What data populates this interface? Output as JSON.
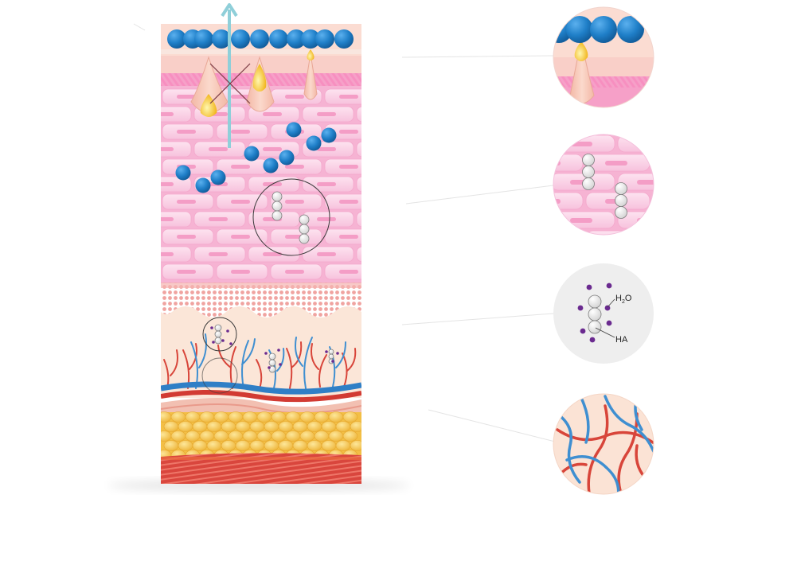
{
  "labels": {
    "water": "H",
    "water_sub": "2",
    "water_tail": "O",
    "hyaluronic_acid": "HA"
  },
  "colors": {
    "molecule_blue": "#1f7fc8",
    "arrow_teal": "#8fcfd9",
    "cell_pink": "#f6bad8",
    "dermis_peach": "#fbe3d5",
    "fat_yellow": "#f2c244",
    "muscle_red": "#e1564a",
    "vessel_red": "#d8453a",
    "vessel_blue": "#3f8fd1",
    "water_dot": "#6a2a8f"
  },
  "icons": [
    "upward-arrow-icon",
    "cross-mark-icon",
    "droplet-icon",
    "molecule-chain-icon",
    "blood-vessel-icon"
  ]
}
